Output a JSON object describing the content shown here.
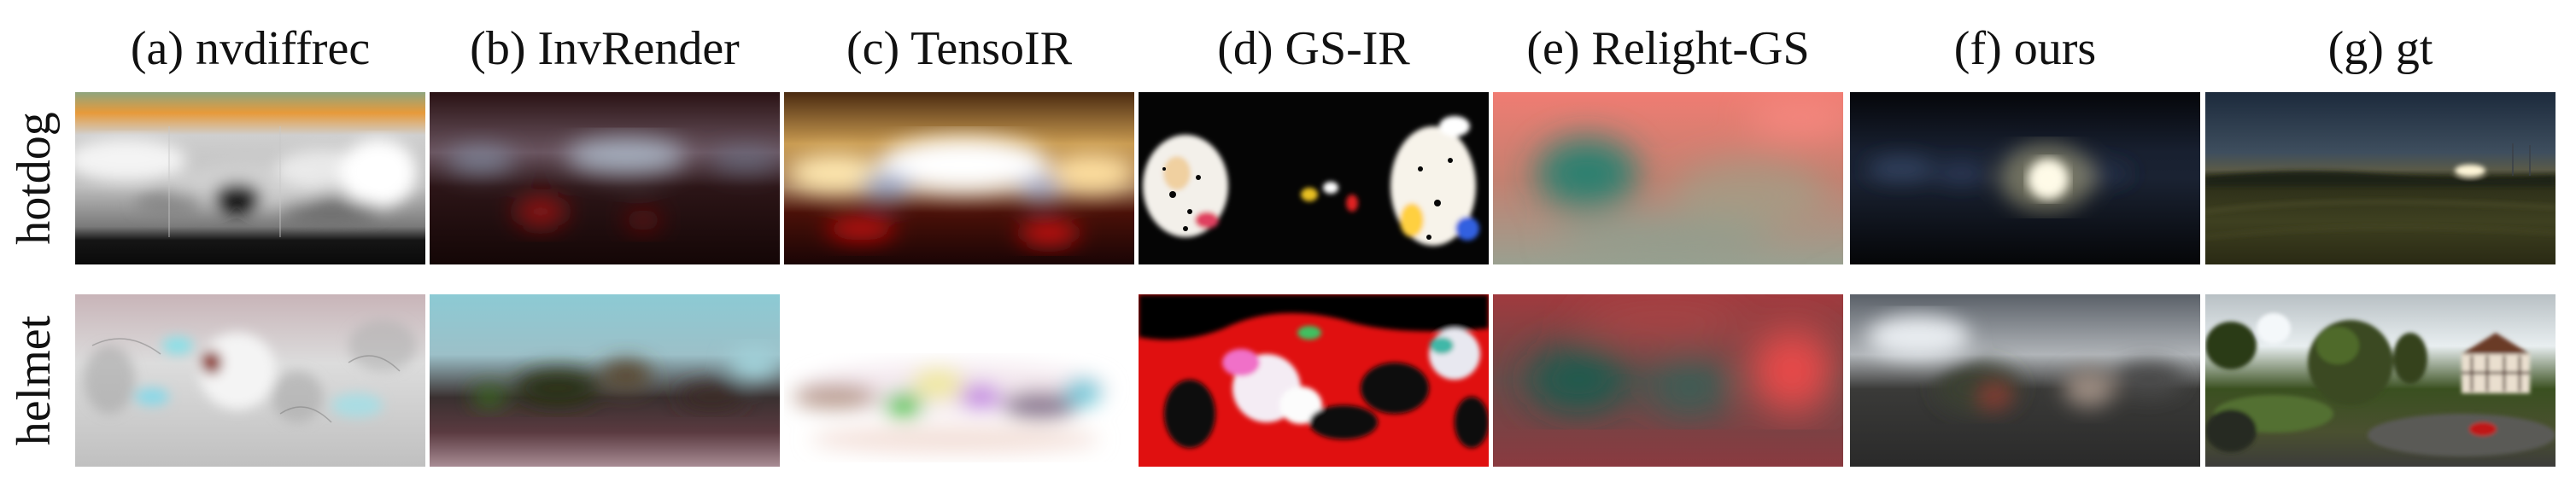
{
  "columns": [
    {
      "label": "(a) nvdiffrec"
    },
    {
      "label": "(b) InvRender"
    },
    {
      "label": "(c) TensoIR"
    },
    {
      "label": "(d) GS-IR"
    },
    {
      "label": "(e) Relight-GS"
    },
    {
      "label": "(f) ours"
    },
    {
      "label": "(g) gt"
    }
  ],
  "rows": [
    {
      "label": "hotdog"
    },
    {
      "label": "helmet"
    }
  ]
}
